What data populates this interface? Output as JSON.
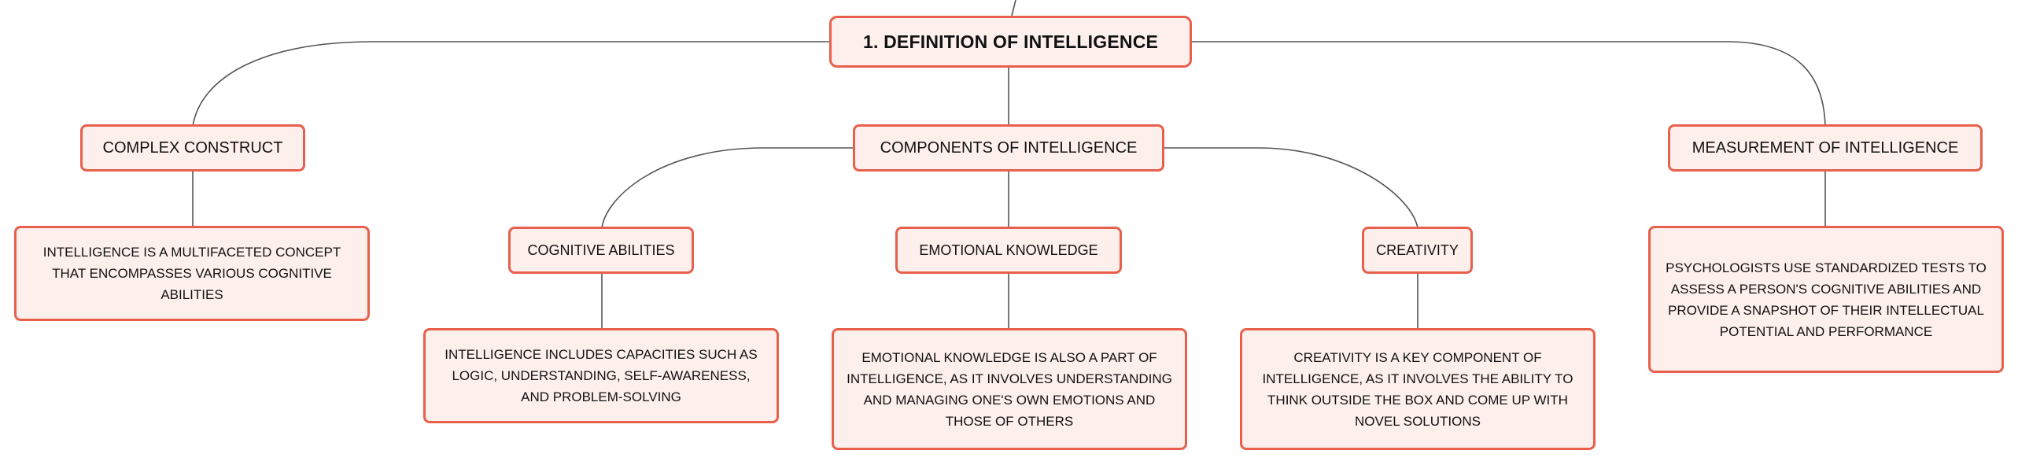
{
  "mindmap": {
    "root": {
      "label": "1. DEFINITION OF INTELLIGENCE"
    },
    "complex_construct": {
      "label": "COMPLEX CONSTRUCT",
      "description": "INTELLIGENCE IS A MULTIFACETED CONCEPT THAT ENCOMPASSES VARIOUS COGNITIVE ABILITIES"
    },
    "components": {
      "label": "COMPONENTS OF INTELLIGENCE",
      "children": [
        {
          "label": "COGNITIVE ABILITIES",
          "description": "INTELLIGENCE INCLUDES CAPACITIES SUCH AS LOGIC, UNDERSTANDING, SELF-AWARENESS, AND PROBLEM-SOLVING"
        },
        {
          "label": "EMOTIONAL KNOWLEDGE",
          "description": "EMOTIONAL KNOWLEDGE IS ALSO A PART OF INTELLIGENCE, AS IT INVOLVES UNDERSTANDING AND MANAGING ONE'S OWN EMOTIONS AND THOSE OF OTHERS"
        },
        {
          "label": "CREATIVITY",
          "description": "CREATIVITY IS A KEY COMPONENT OF INTELLIGENCE, AS IT INVOLVES THE ABILITY TO THINK OUTSIDE THE BOX AND COME UP WITH NOVEL SOLUTIONS"
        }
      ]
    },
    "measurement": {
      "label": "MEASUREMENT OF INTELLIGENCE",
      "description": "PSYCHOLOGISTS USE STANDARDIZED TESTS TO ASSESS A PERSON'S COGNITIVE ABILITIES AND PROVIDE A SNAPSHOT OF THEIR INTELLECTUAL POTENTIAL AND PERFORMANCE"
    }
  },
  "colors": {
    "node_border": "#e8604c",
    "node_fill": "#fdf0ec",
    "connector": "#555555",
    "text": "#111111"
  }
}
